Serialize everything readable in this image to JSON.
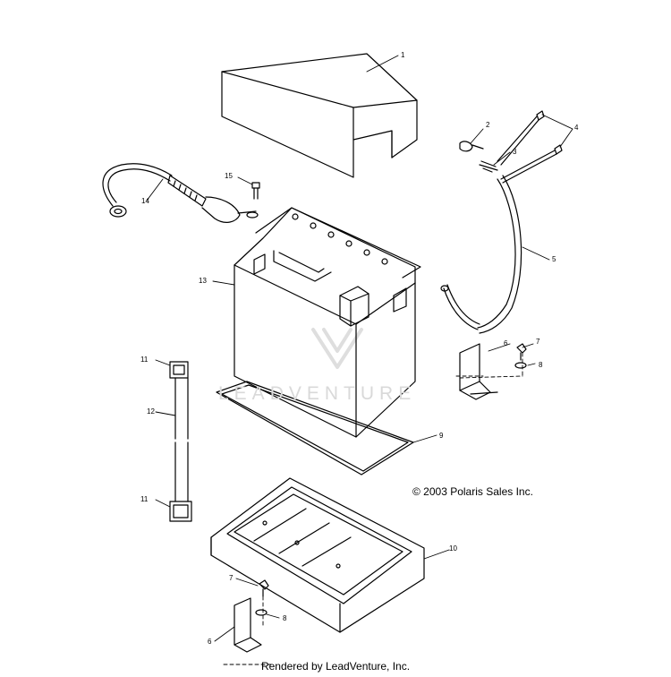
{
  "callouts": [
    "1",
    "2",
    "3",
    "4",
    "5",
    "6",
    "7",
    "8",
    "9",
    "10",
    "11",
    "12",
    "13",
    "14",
    "15",
    "7",
    "6",
    "8",
    "11"
  ],
  "copyright": "© 2003 Polaris Sales Inc.",
  "watermark": "LEADVENTURE",
  "footer": "Rendered by LeadVenture, Inc."
}
